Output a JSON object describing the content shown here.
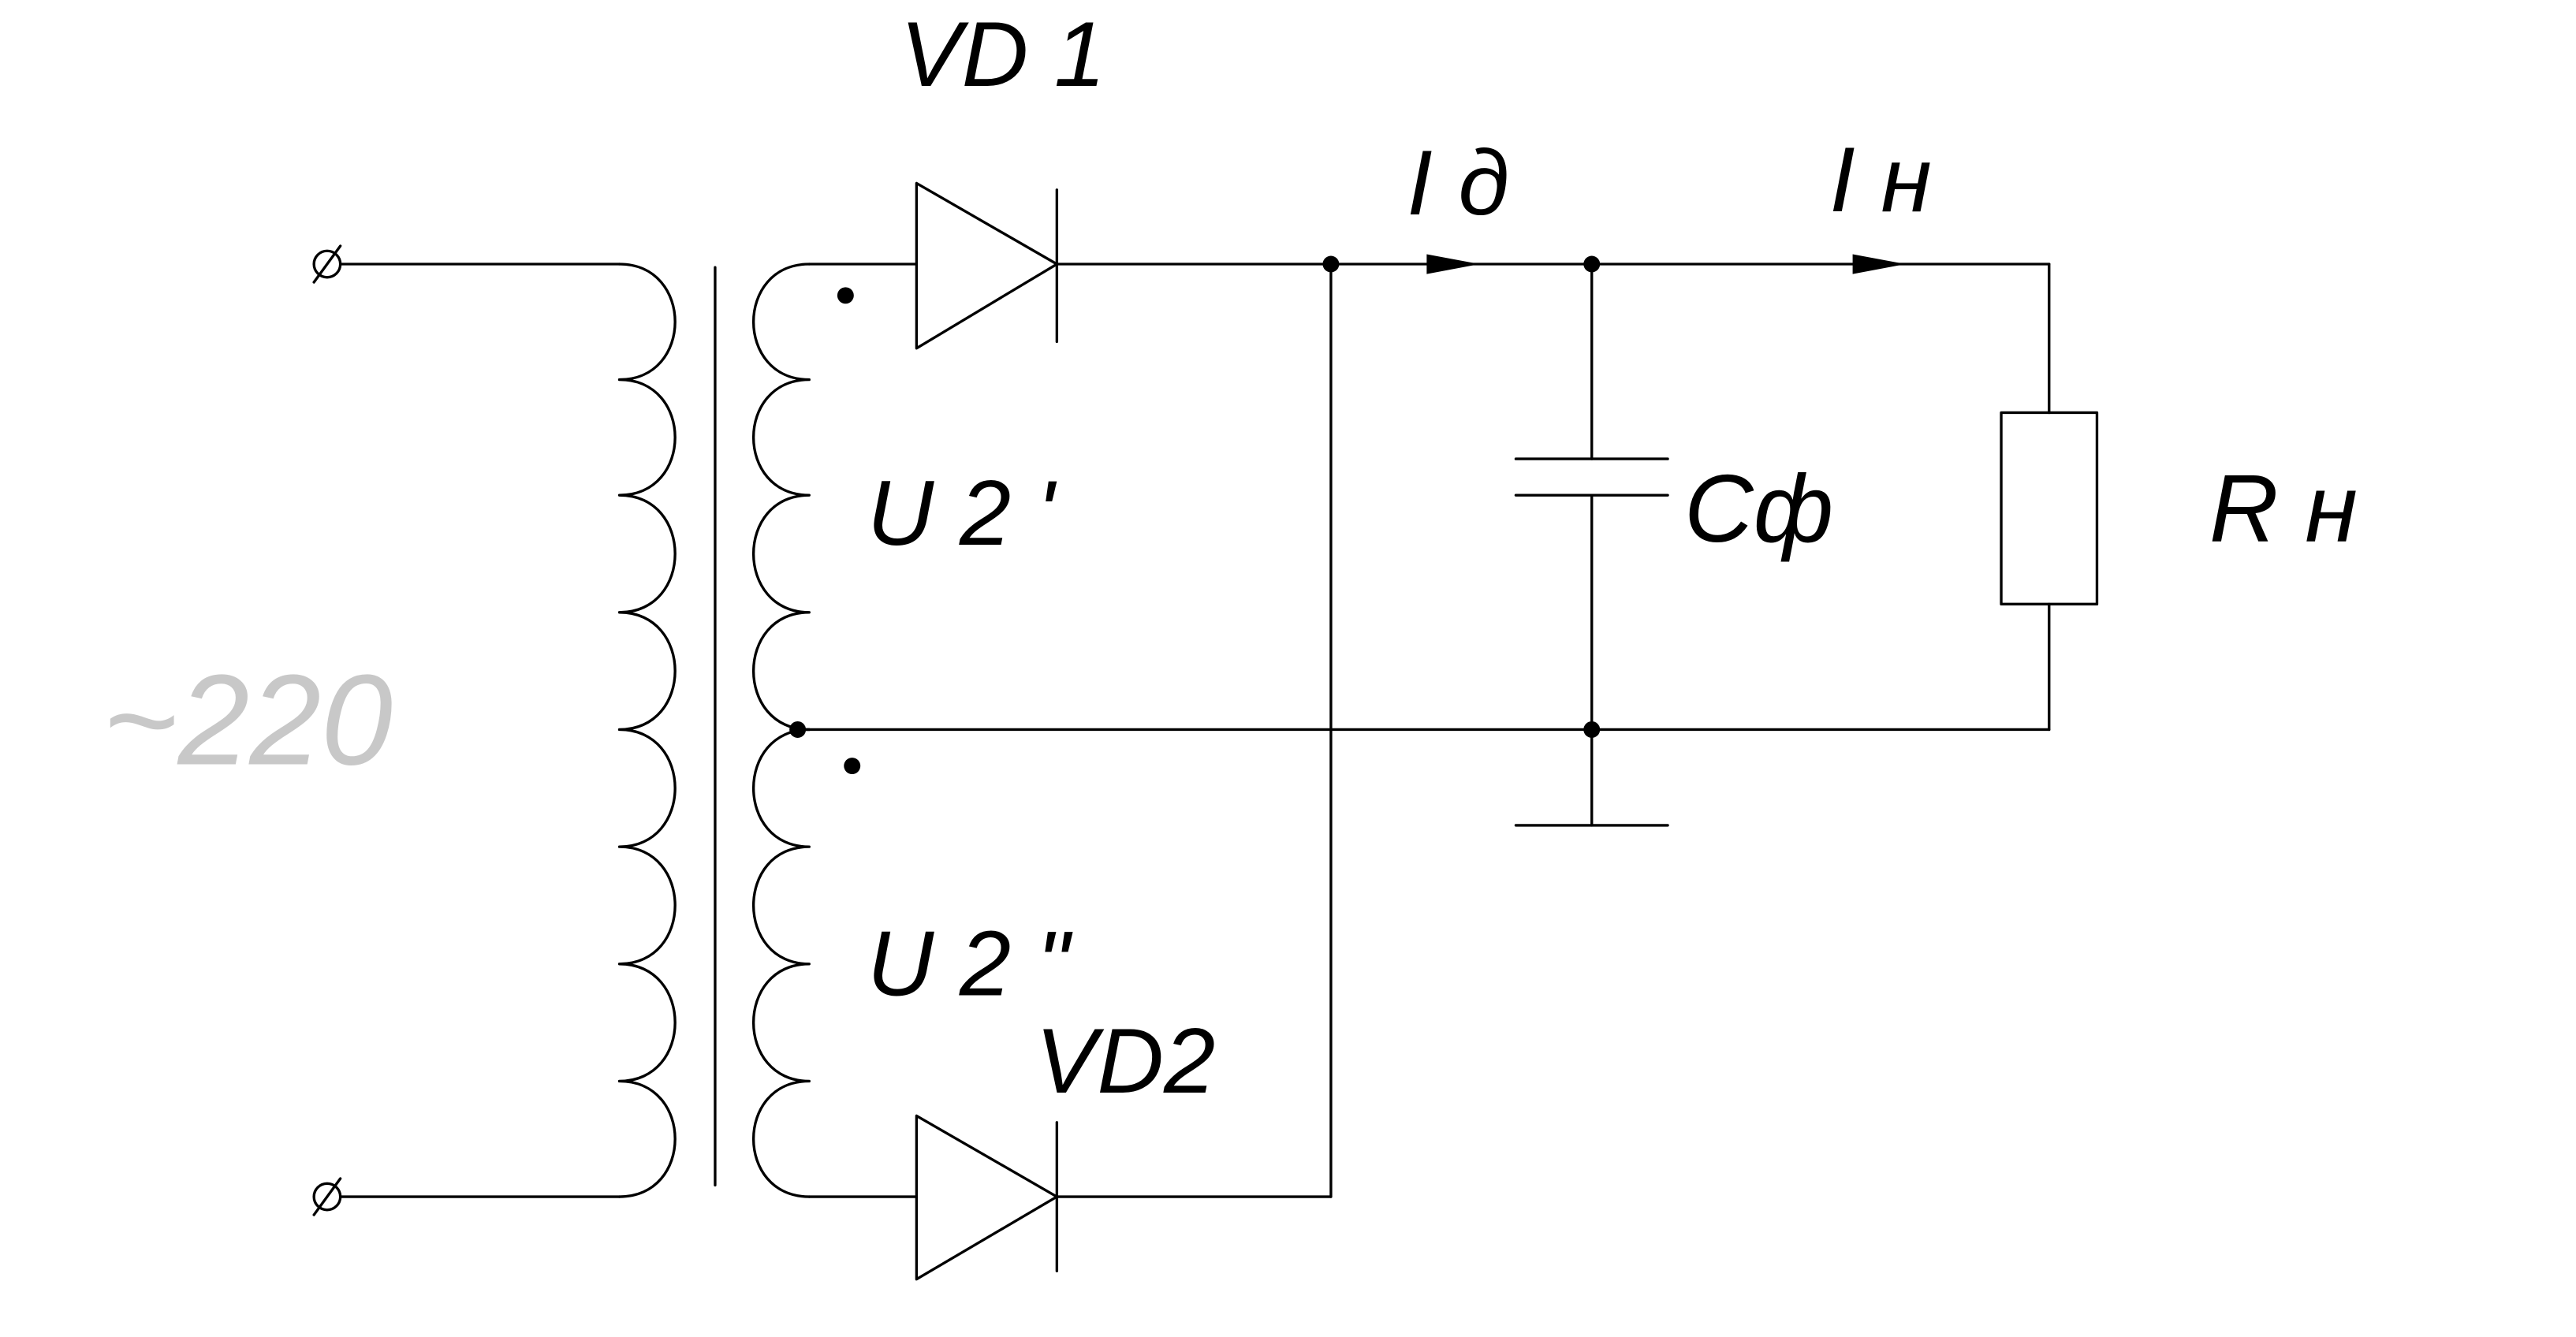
{
  "labels": {
    "input": "~220",
    "vd1": "VD 1",
    "vd2": "VD2",
    "u2_prime": "U 2 '",
    "u2_double": "U 2 \"",
    "i_d": "I д",
    "i_n": "I н",
    "c_f": "Сф",
    "r_n": "R н"
  },
  "colors": {
    "wire": "#000000",
    "input_label": "#c8c8c8",
    "background": "#ffffff"
  }
}
